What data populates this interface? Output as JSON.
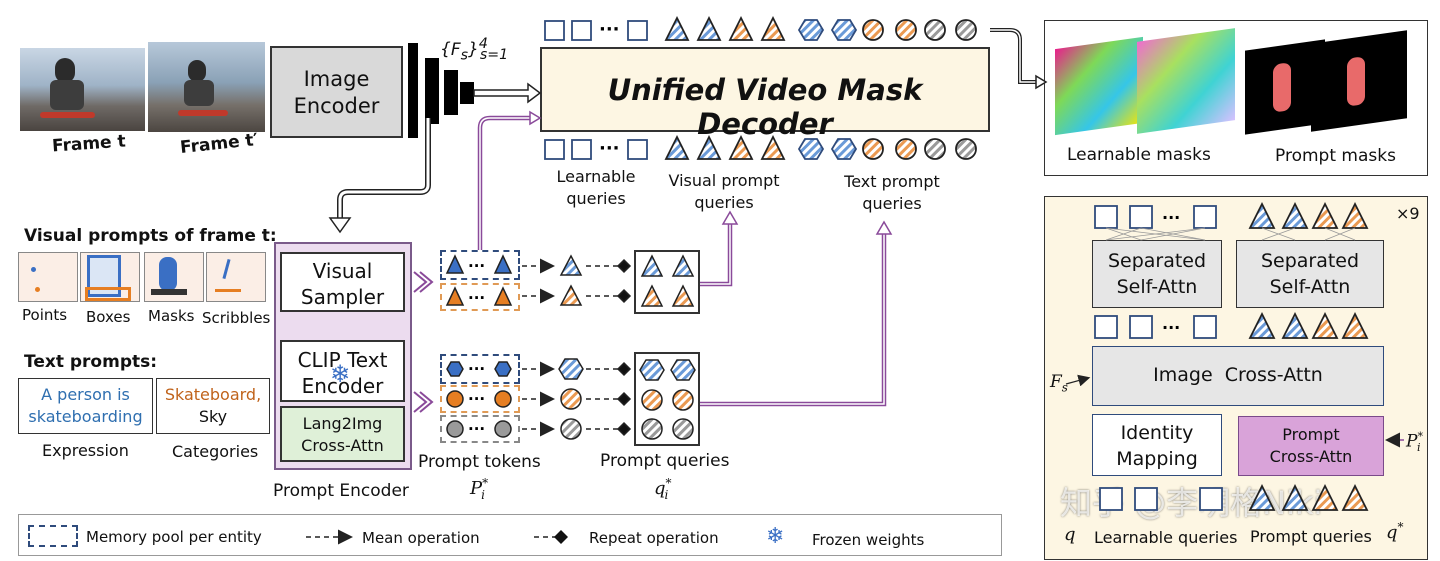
{
  "frames": {
    "frame_t": "Frame t",
    "frame_t_prime": "Frame t′"
  },
  "image_encoder": {
    "label_line1": "Image",
    "label_line2": "Encoder"
  },
  "features_label": "{Fs}4s=1",
  "decoder": {
    "title": "Unified Video Mask Decoder"
  },
  "query_labels": {
    "learnable": [
      "Learnable",
      "queries"
    ],
    "visual": [
      "Visual prompt",
      "queries"
    ],
    "text": [
      "Text prompt",
      "queries"
    ]
  },
  "output": {
    "learnable_masks": "Learnable masks",
    "prompt_masks": "Prompt masks"
  },
  "visual_prompts": {
    "heading": "Visual prompts of frame t:",
    "items": [
      "Points",
      "Boxes",
      "Masks",
      "Scribbles"
    ]
  },
  "text_prompts": {
    "heading": "Text prompts:",
    "expression_text": [
      "A person is",
      "skateboarding"
    ],
    "categories_text": [
      "Skateboard,",
      "Sky"
    ],
    "expression_label": "Expression",
    "categories_label": "Categories"
  },
  "prompt_encoder": {
    "visual_sampler": [
      "Visual",
      "Sampler"
    ],
    "clip_text": [
      "CLIP Text",
      "Encoder"
    ],
    "lang2img": [
      "Lang2Img",
      "Cross-Attn"
    ],
    "label": "Prompt Encoder"
  },
  "prompt_tokens": {
    "label": "Prompt tokens",
    "symbol": "P*i"
  },
  "prompt_queries": {
    "label": "Prompt queries",
    "symbol": "q*i"
  },
  "legend": {
    "memory_pool": "Memory pool per entity",
    "mean_op": "Mean operation",
    "repeat_op": "Repeat operation",
    "frozen": "Frozen weights"
  },
  "decoder_layer": {
    "repeat": "×9",
    "separated_self_attn": [
      "Separated",
      "Self-Attn"
    ],
    "image_cross_attn": "Image  Cross-Attn",
    "identity_mapping": [
      "Identity",
      "Mapping"
    ],
    "prompt_cross_attn": [
      "Prompt",
      "Cross-Attn"
    ],
    "fs_label": "Fs",
    "pi_label": "P*i",
    "q_label": "q",
    "q_star_label": "q*",
    "learnable_queries": "Learnable queries",
    "prompt_queries": "Prompt queries"
  },
  "watermark": "知乎 @李明格Niki",
  "colors": {
    "blue": "#3a6fc4",
    "orange": "#e67e22",
    "gray": "#8a8a8a",
    "purple": "#8a4a9a",
    "decoder_fill": "#fdf6e3"
  }
}
